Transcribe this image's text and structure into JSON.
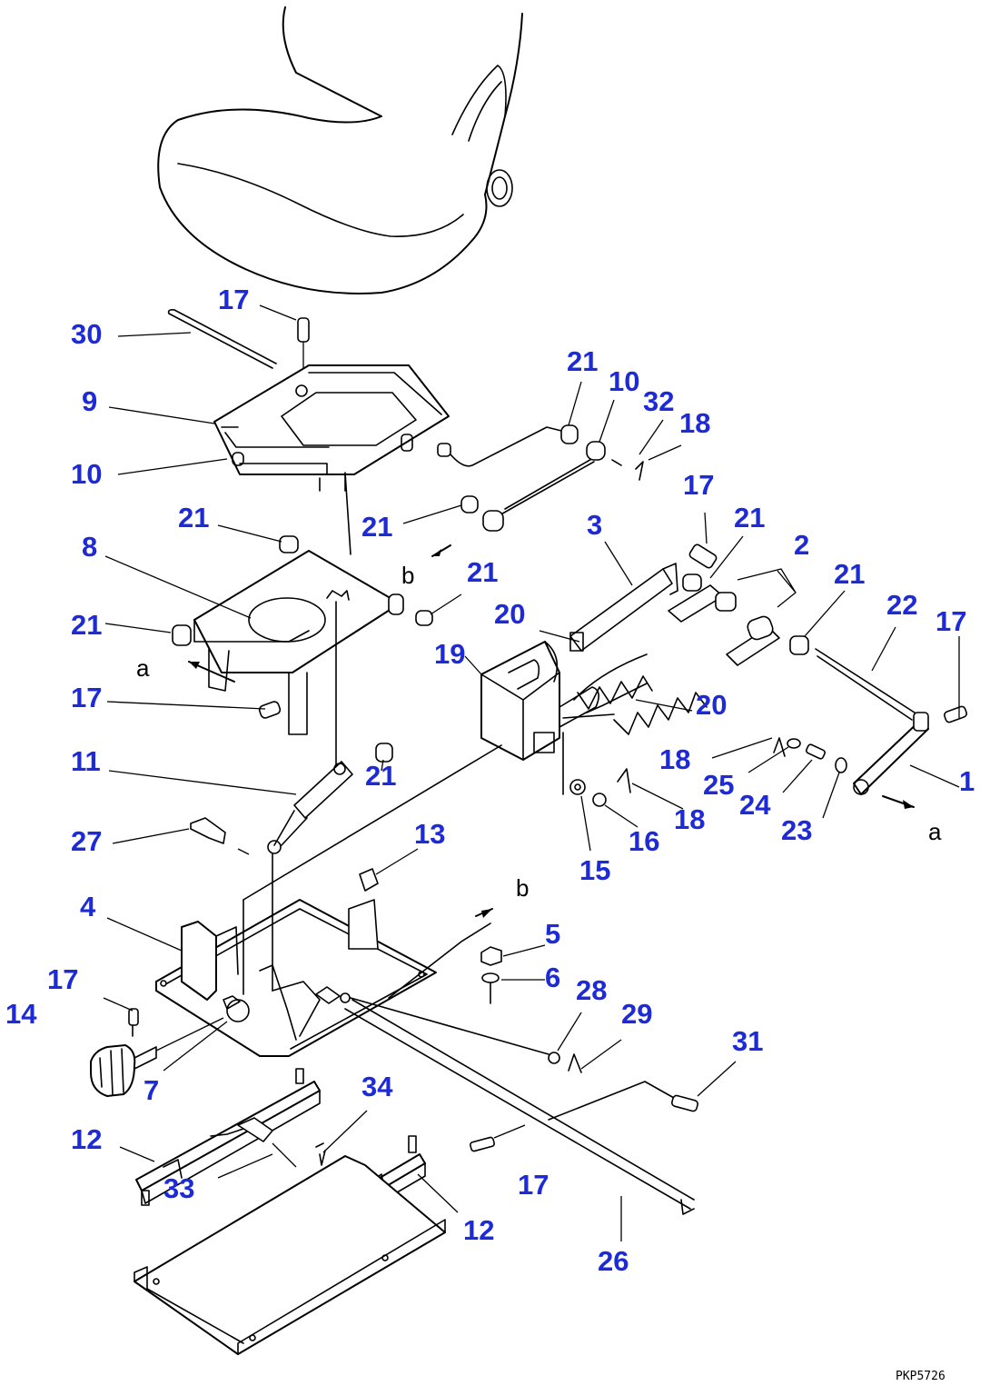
{
  "diagram": {
    "part_labels": [
      {
        "n": "30"
      },
      {
        "n": "17"
      },
      {
        "n": "9"
      },
      {
        "n": "10"
      },
      {
        "n": "21"
      },
      {
        "n": "10"
      },
      {
        "n": "32"
      },
      {
        "n": "18"
      },
      {
        "n": "21"
      },
      {
        "n": "21"
      },
      {
        "n": "8"
      },
      {
        "n": "21"
      },
      {
        "n": "21"
      },
      {
        "n": "3"
      },
      {
        "n": "17"
      },
      {
        "n": "21"
      },
      {
        "n": "2"
      },
      {
        "n": "21"
      },
      {
        "n": "22"
      },
      {
        "n": "17"
      },
      {
        "n": "20"
      },
      {
        "n": "19"
      },
      {
        "n": "17"
      },
      {
        "n": "21"
      },
      {
        "n": "20"
      },
      {
        "n": "11"
      },
      {
        "n": "18"
      },
      {
        "n": "25"
      },
      {
        "n": "1"
      },
      {
        "n": "24"
      },
      {
        "n": "18"
      },
      {
        "n": "16"
      },
      {
        "n": "23"
      },
      {
        "n": "15"
      },
      {
        "n": "27"
      },
      {
        "n": "13"
      },
      {
        "n": "4"
      },
      {
        "n": "5"
      },
      {
        "n": "6"
      },
      {
        "n": "28"
      },
      {
        "n": "29"
      },
      {
        "n": "17"
      },
      {
        "n": "14"
      },
      {
        "n": "7"
      },
      {
        "n": "31"
      },
      {
        "n": "34"
      },
      {
        "n": "12"
      },
      {
        "n": "33"
      },
      {
        "n": "17"
      },
      {
        "n": "12"
      },
      {
        "n": "26"
      }
    ],
    "view_refs": [
      "b",
      "a",
      "a",
      "b"
    ],
    "drawing_code": "PKP5726",
    "label_color": "#1d2ad8",
    "line_color": "#000000"
  }
}
